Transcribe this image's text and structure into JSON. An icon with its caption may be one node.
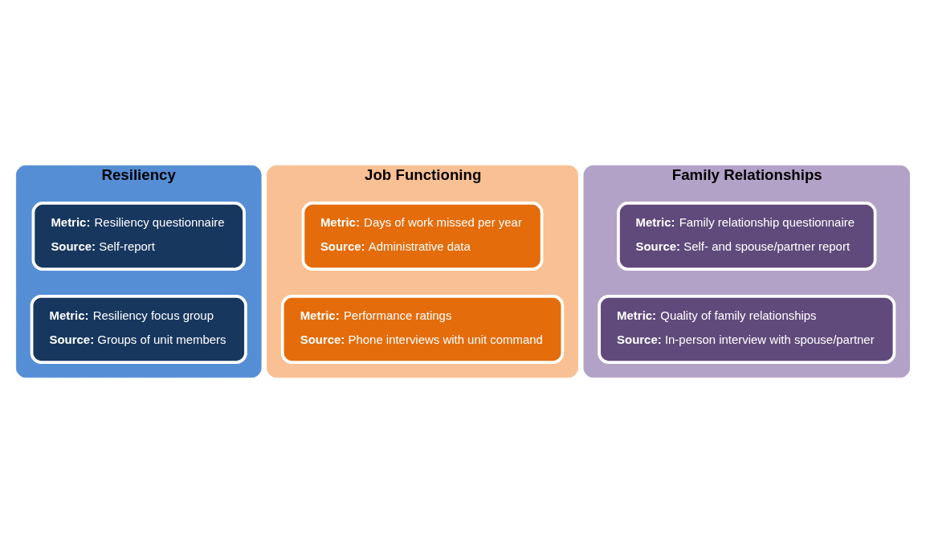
{
  "diagram": {
    "nodes": [
      {
        "text": [
          "Resiliency"
        ]
      },
      {
        "text": [
          "**Metric:** Resiliency questionnaire",
          "**Source:** Self-report"
        ],
        "in": 0
      },
      {
        "text": [
          "**Metric:** Resiliency focus group",
          "**Source:** Groups of unit members"
        ],
        "in": 0
      },
      {
        "text": [
          "Job Functioning"
        ]
      },
      {
        "text": [
          "**Metric:** Days of work missed per year",
          "**Source:** Administrative data"
        ],
        "in": 3
      },
      {
        "text": [
          "**Metric:** Performance ratings",
          "**Source:** Phone interviews with unit command"
        ],
        "in": 3
      },
      {
        "text": [
          "Family Relationships"
        ]
      },
      {
        "text": [
          "**Metric:** Family relationship questionnaire",
          "**Source:** Self- and spouse/partner report"
        ],
        "in": 6
      },
      {
        "text": [
          "**Metric:** Quality of family relationships",
          "**Source:** In-person interview with spouse/partner"
        ],
        "in": 6
      }
    ],
    "edges": []
  }
}
